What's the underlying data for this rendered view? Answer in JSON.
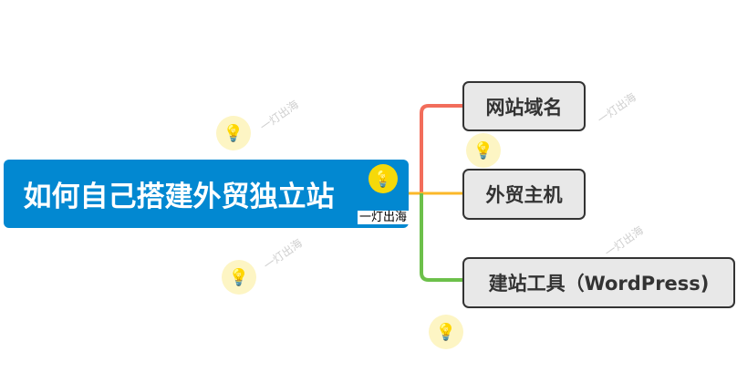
{
  "root": {
    "title": "如何自己搭建外贸独立站",
    "color": "#0288d1"
  },
  "branches": [
    {
      "label": "网站域名",
      "color": "#f26d5b"
    },
    {
      "label": "外贸主机",
      "color": "#fbb829"
    },
    {
      "label": "建站工具（WordPress)",
      "color": "#6cc04a"
    }
  ],
  "watermark": {
    "text": "一灯出海",
    "icon": "lightbulb-icon"
  }
}
